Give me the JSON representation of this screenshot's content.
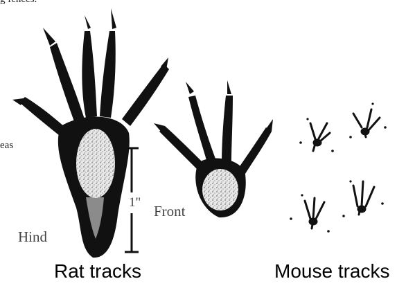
{
  "fragments": {
    "top_text": "g fences.",
    "side_text": "eas"
  },
  "labels": {
    "hind": "Hind",
    "front": "Front",
    "inch": "1\""
  },
  "captions": {
    "rat": "Rat tracks",
    "mouse": "Mouse tracks"
  },
  "icons": {
    "hind_print": "rat-hind-footprint-icon",
    "front_print": "rat-front-footprint-icon",
    "mouse_prints": "mouse-footprint-icon",
    "scale_bar": "scale-bar-icon"
  }
}
